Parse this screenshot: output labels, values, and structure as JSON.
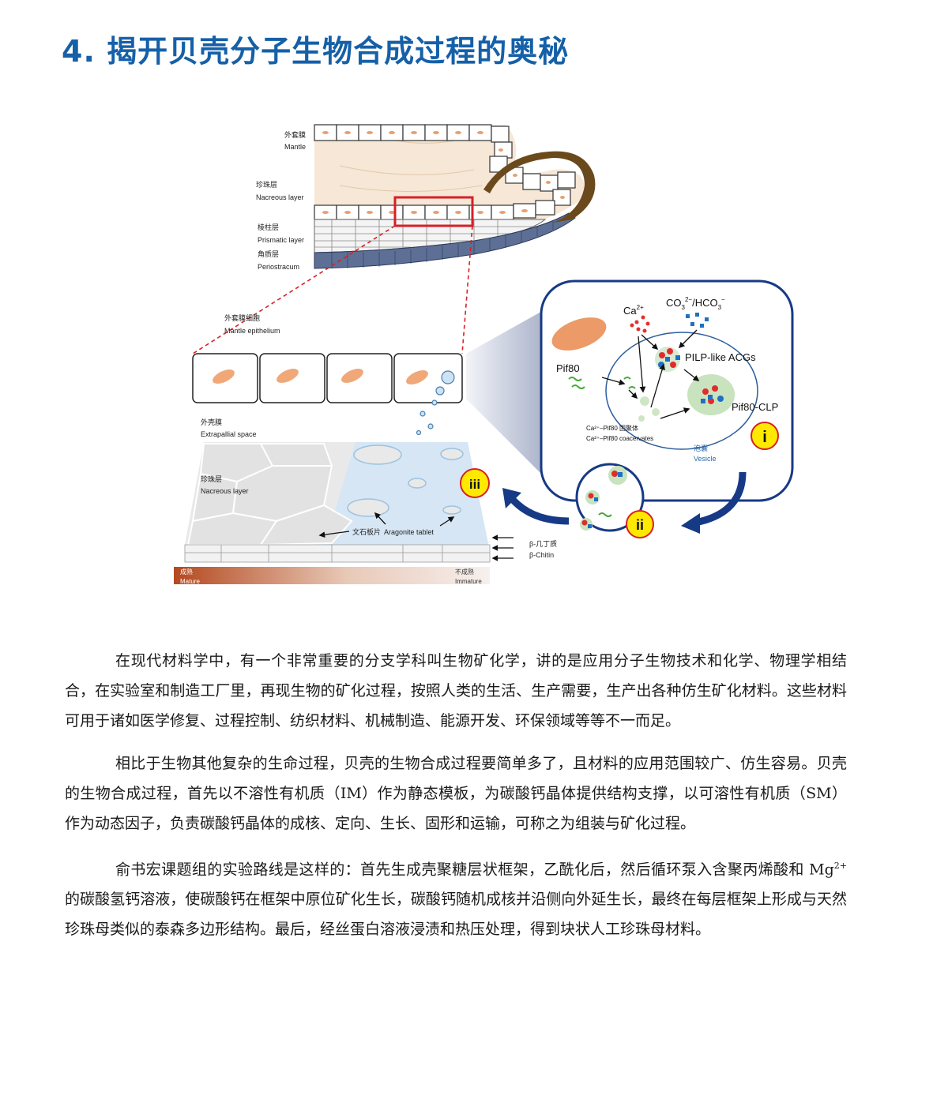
{
  "page_title": "4. 揭开贝壳分子生物合成过程的奥秘",
  "figure": {
    "layers": [
      {
        "zh": "外套膜",
        "en": "Mantle"
      },
      {
        "zh": "珍珠层",
        "en": "Nacreous layer"
      },
      {
        "zh": "棱柱层",
        "en": "Prismatic layer"
      },
      {
        "zh": "角质层",
        "en": "Periostracum"
      }
    ],
    "epithelium": {
      "zh": "外套膜细胞",
      "en": "Mantle epithelium"
    },
    "extrapallial": {
      "zh": "外壳膜",
      "en": "Extrapallial space"
    },
    "nacreous": {
      "zh": "珍珠层",
      "en": "Nacreous layer"
    },
    "tablet": {
      "zh": "文石板片",
      "en": "Aragonite tablet"
    },
    "chitin": {
      "zh": "β-几丁质",
      "en": "β-Chitin"
    },
    "gradient": {
      "mature_zh": "成熟",
      "mature_en": "Mature",
      "immature_zh": "不成熟",
      "immature_en": "Immature"
    },
    "inset": {
      "ca": "Ca",
      "ca_sup": "2+",
      "co3": "CO",
      "co3_sub": "3",
      "co3_sup": "2−",
      "hco3": "/HCO",
      "hco3_sub": "3",
      "hco3_sup": "−",
      "pilp": "PILP-like ACGs",
      "pif80": "Pif80",
      "pif80clp": "Pif80-CLP",
      "coacervate_zh": "Ca²⁺–Pif80 团聚体",
      "coacervate_en": "Ca²⁺–Pif80 coacervates",
      "vesicle_zh": "泡囊",
      "vesicle_en": "Vesicle"
    },
    "markers": [
      "i",
      "ii",
      "iii"
    ]
  },
  "paragraphs": {
    "p1": "在现代材料学中，有一个非常重要的分支学科叫生物矿化学，讲的是应用分子生物技术和化学、物理学相结合，在实验室和制造工厂里，再现生物的矿化过程，按照人类的生活、生产需要，生产出各种仿生矿化材料。这些材料可用于诸如医学修复、过程控制、纺织材料、机械制造、能源开发、环保领域等等不一而足。",
    "p2": "相比于生物其他复杂的生命过程，贝壳的生物合成过程要简单多了，且材料的应用范围较广、仿生容易。贝壳的生物合成过程，首先以不溶性有机质（IM）作为静态模板，为碳酸钙晶体提供结构支撑，以可溶性有机质（SM）作为动态因子，负责碳酸钙晶体的成核、定向、生长、固形和运输，可称之为组装与矿化过程。",
    "p3_a": "俞书宏课题组的实验路线是这样的：首先生成壳聚糖层状框架，乙酰化后，然后循环泵入含聚丙烯酸和 Mg",
    "p3_sup": "2+",
    "p3_b": " 的碳酸氢钙溶液，使碳酸钙在框架中原位矿化生长，碳酸钙随机成核并沿侧向外延生长，最终在每层框架上形成与天然珍珠母类似的泰森多边形结构。最后，经丝蛋白溶液浸渍和热压处理，得到块状人工珍珠母材料。"
  }
}
